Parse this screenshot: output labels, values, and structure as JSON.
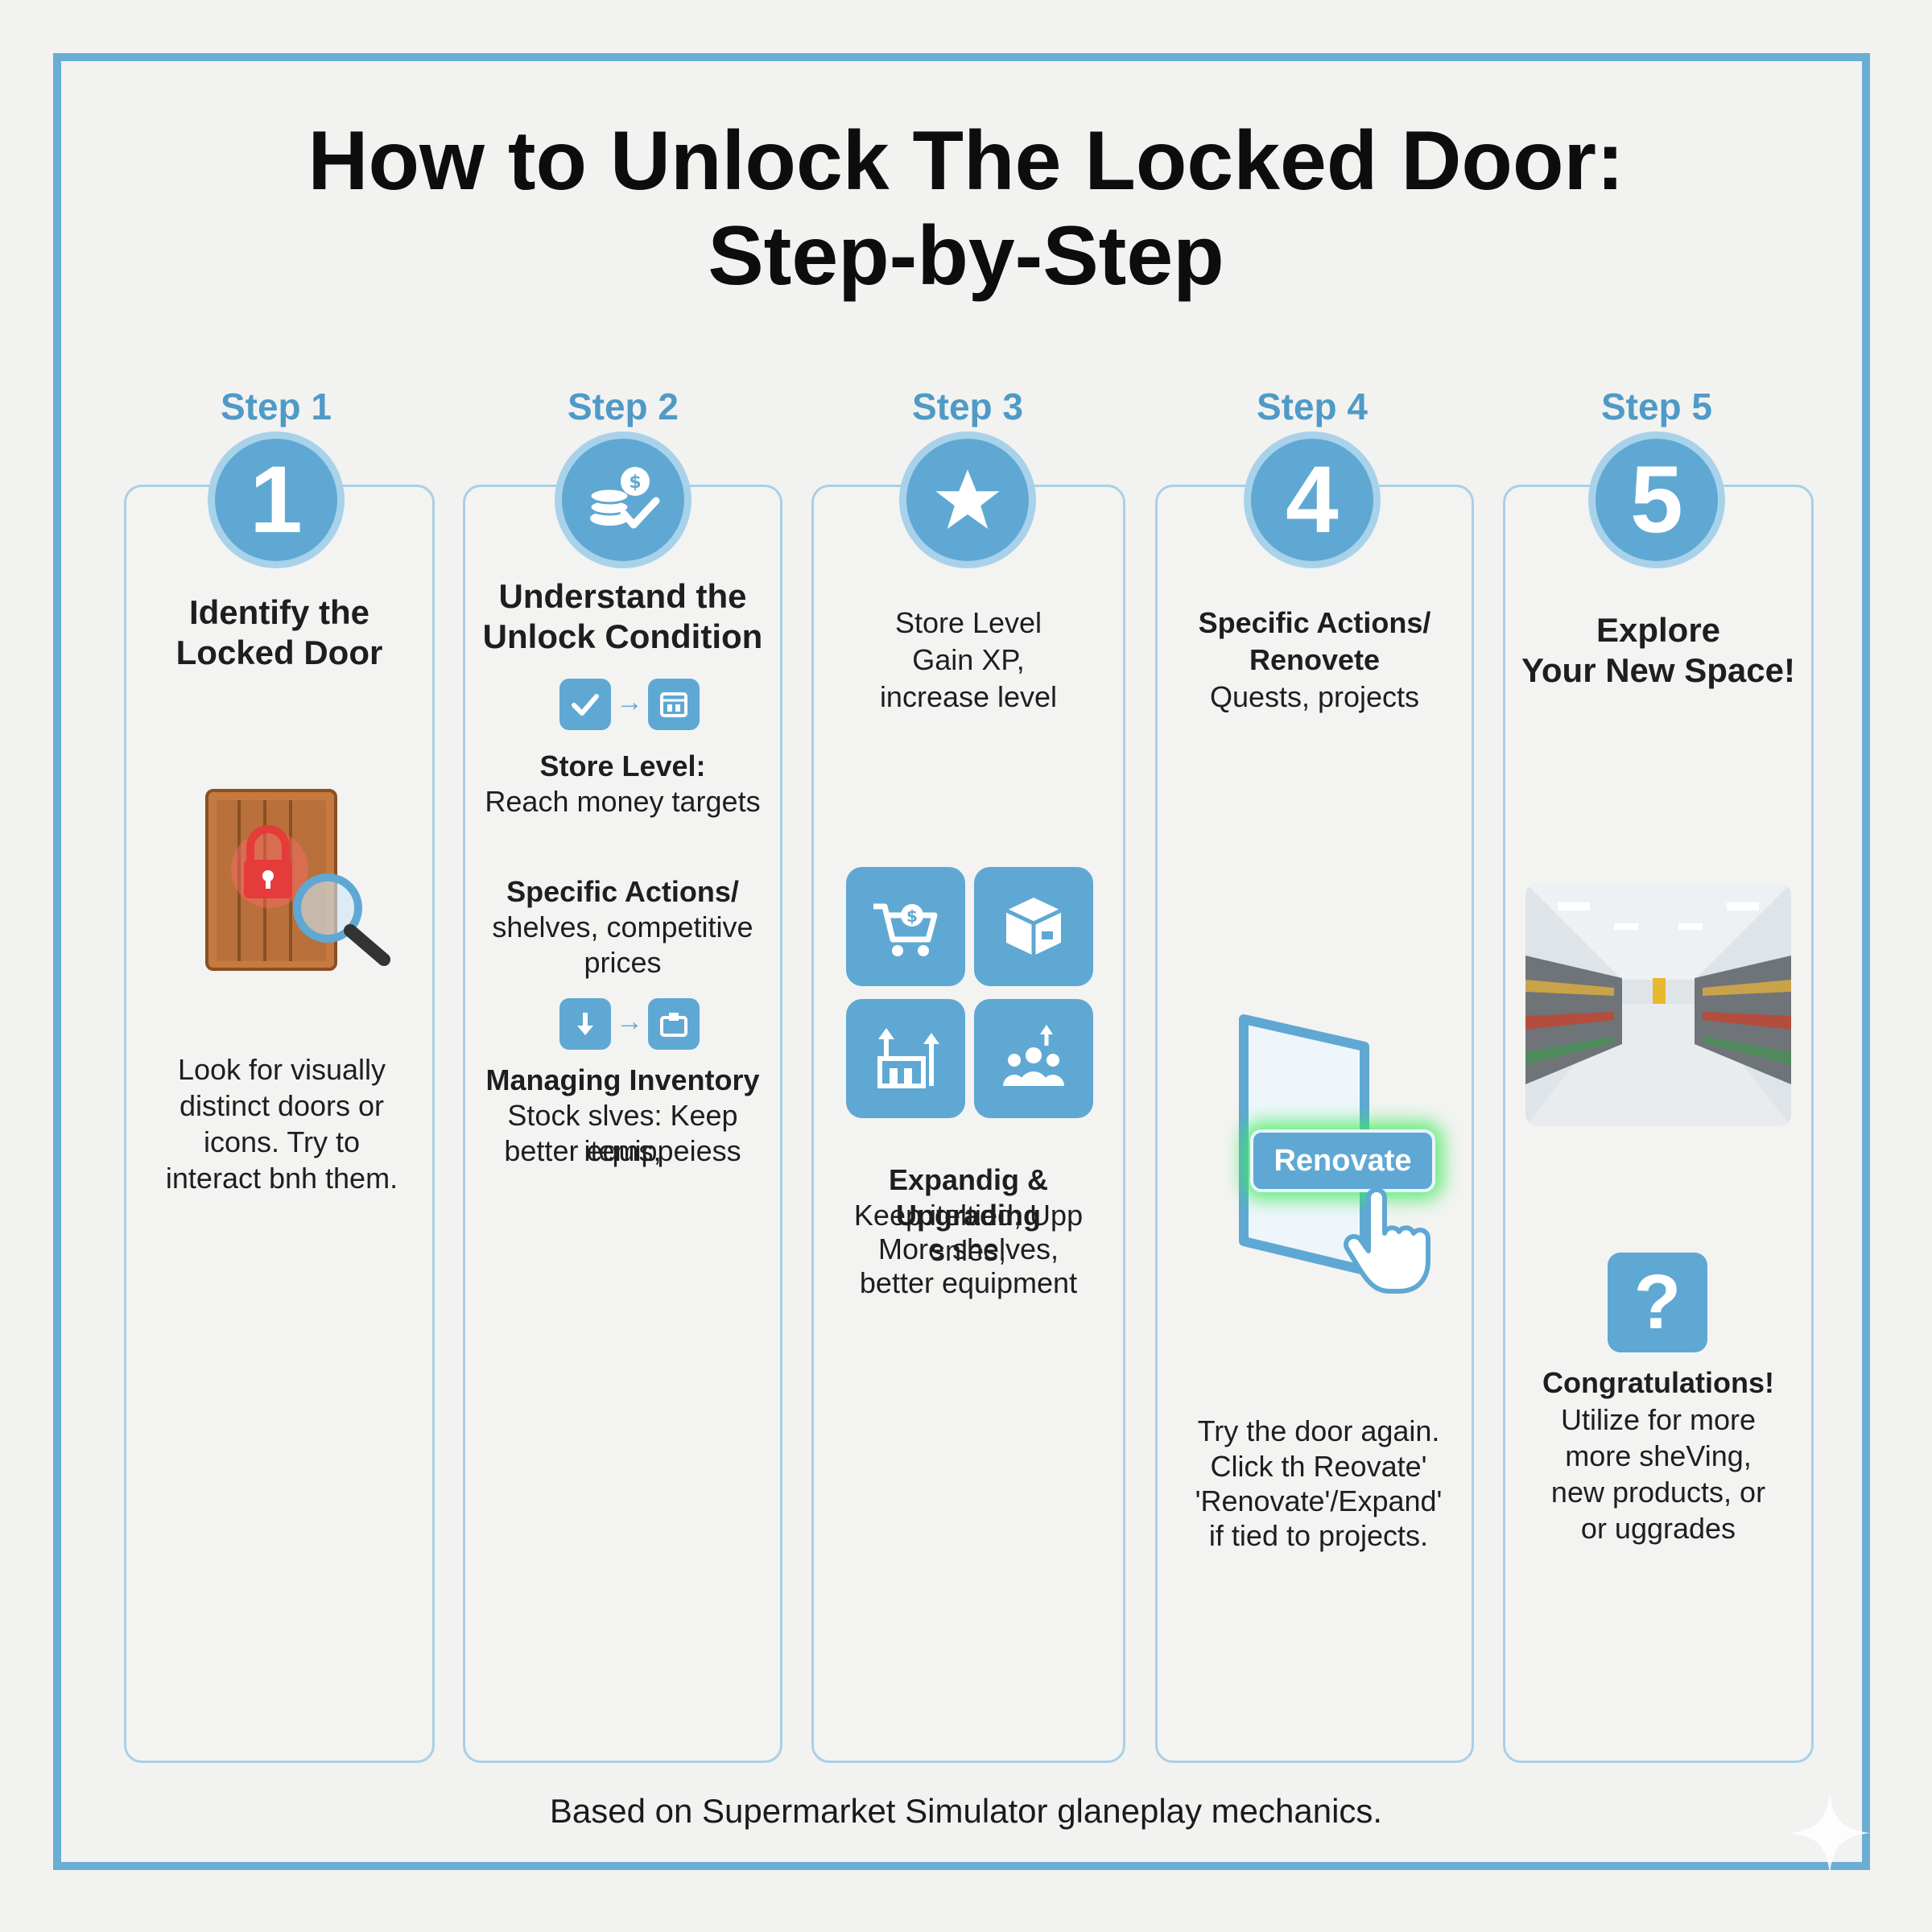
{
  "title_line1": "How to Unlock The Locked Door:",
  "title_line2": "Step-by-Step",
  "steps": [
    {
      "label": "Step 1",
      "badge": "1",
      "heading_line1": "Identify the",
      "heading_line2": "Locked Door",
      "body": [
        "Look for visually",
        "distinct doors or",
        "icons. Try to",
        "interact bnh them."
      ]
    },
    {
      "label": "Step 2",
      "badge_icon": "coins-check-icon",
      "heading_line1": "Understand the",
      "heading_line2": "Unlock Condition",
      "store_level_title": "Store Level:",
      "store_level_text": "Reach money targets",
      "specific_title": "Specific Actions/",
      "specific_line1": "shelves, competitive",
      "specific_line2": "prices",
      "inventory_title": "Managing Inventory",
      "inventory_line1": "Stock slves: Keep items,",
      "inventory_line2": "better equippeiess"
    },
    {
      "label": "Step 3",
      "badge_icon": "star-icon",
      "lines": [
        "Store Level",
        "Gain XP,",
        "increase level"
      ],
      "expand_title": "Expandig & Upgrading",
      "expand_lines": [
        "Keep iteltied, Upp snles,",
        "More shelves,",
        "better equipment"
      ]
    },
    {
      "label": "Step 4",
      "badge": "4",
      "heading_line1": "Specific Actions/",
      "heading_line2": "Renovete",
      "heading_line3": "Quests, projects",
      "button": "Renovate",
      "body": [
        "Try the door again.",
        "Click th Reovate'",
        "'Renovate'/Expand'",
        "if tied to projects."
      ]
    },
    {
      "label": "Step 5",
      "badge": "5",
      "heading_line1": "Explore",
      "heading_line2": "Your New Space!",
      "question": "?",
      "congrats": "Congratulations!",
      "body": [
        "Utilize for more",
        "more sheVing,",
        "new products, or",
        "or uggrades"
      ]
    }
  ],
  "footer": "Based on Supermarket Simulator glaneplay mechanics.",
  "colors": {
    "accent": "#5fa8d3",
    "frame": "#6aaed2",
    "glow": "#3ceb5a",
    "lock": "#e63b3b",
    "door": "#b9703a"
  }
}
